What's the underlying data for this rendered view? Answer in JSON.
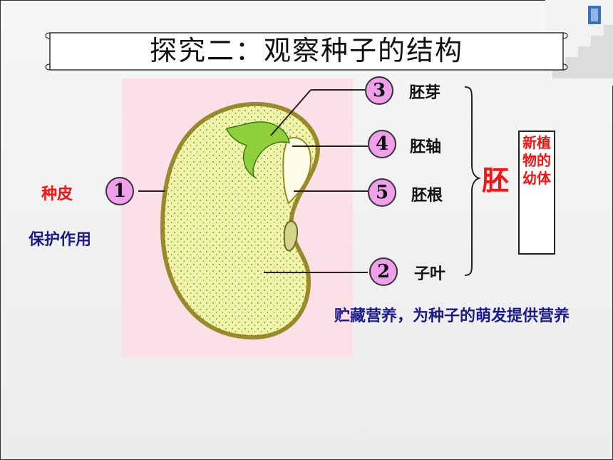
{
  "title": "探究二：观察种子的结构",
  "parts": {
    "seed_coat": {
      "num": "1",
      "name": "种皮",
      "function": "保护作用"
    },
    "cotyledon": {
      "num": "2",
      "name": "子叶",
      "function": "贮藏营养，为种子的萌发提供营养"
    },
    "plumule": {
      "num": "3",
      "name": "胚芽"
    },
    "hypocotyl": {
      "num": "4",
      "name": "胚轴"
    },
    "radicle": {
      "num": "5",
      "name": "胚根"
    }
  },
  "embryo": {
    "label": "胚",
    "note": "新植物的幼体"
  },
  "colors": {
    "accent_red": "#ff1010",
    "navy": "#1a1a8c",
    "circle_fill": "#f0a0ea",
    "seed_fill": "#eef5a8",
    "pink_bg": "#fbe0e7"
  }
}
